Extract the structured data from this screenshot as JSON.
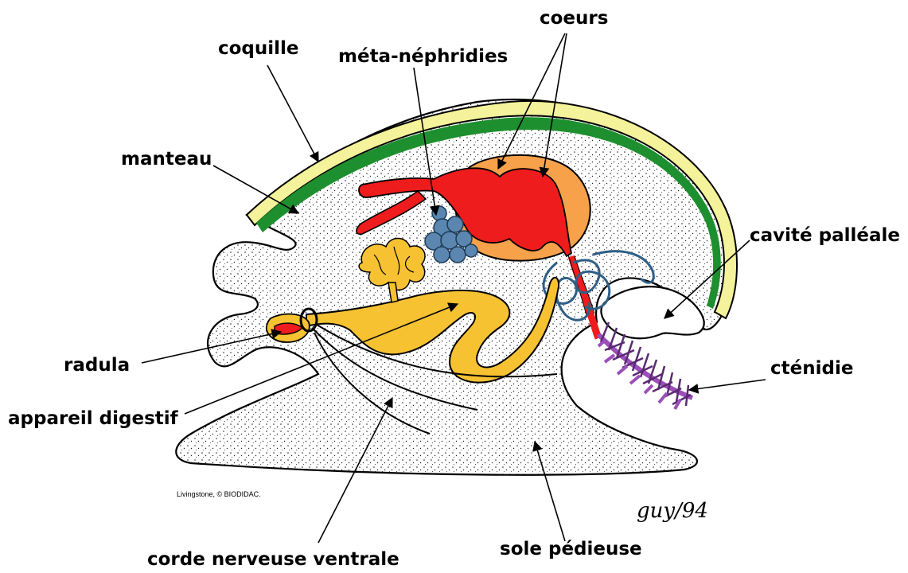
{
  "labels": {
    "coquille": "coquille",
    "meta_nephridies": "méta-néphridies",
    "coeurs": "coeurs",
    "manteau": "manteau",
    "cavite_palleale": "cavité palléale",
    "radula": "radula",
    "appareil_digestif": "appareil digestif",
    "ctenidie": "cténidie",
    "corde_nerveuse_ventrale": "corde nerveuse ventrale",
    "sole_pedieuse": "sole pédieuse"
  },
  "credit": "Livingstone, © BIODIDAC.",
  "signature": "guy/94",
  "colors": {
    "shell_outer": "#f4f29a",
    "shell_inner": "#1e8f2e",
    "heart_red": "#ee1c1c",
    "pericardium_orange": "#f7a14a",
    "nephridia_blue": "#5b86b0",
    "digestive_yellow": "#f6c232",
    "ctenidium_purple": "#9b4fb8",
    "stipple": "#222222"
  }
}
